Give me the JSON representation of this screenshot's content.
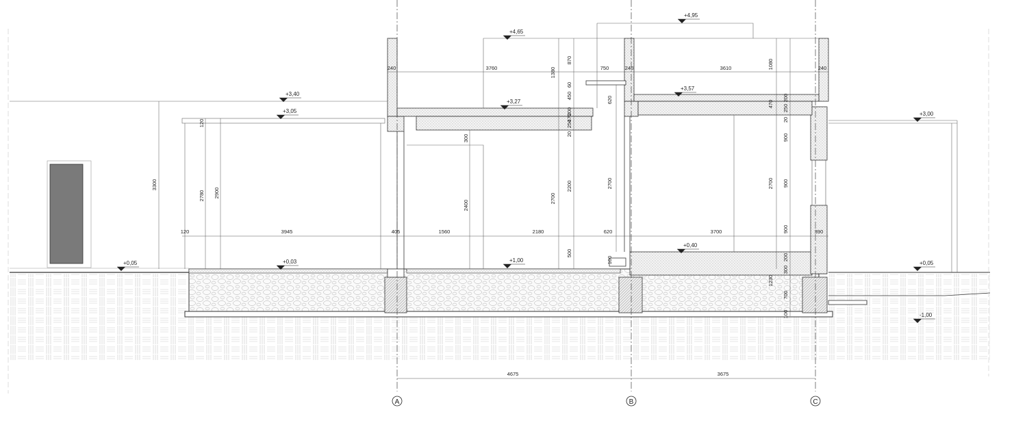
{
  "drawing": {
    "levels": [
      "+4,95",
      "+4,65",
      "+3,57",
      "+3,40",
      "+3,27",
      "+3,05",
      "+3,00",
      "+0,40",
      "+1,00",
      "+0,05",
      "+0,03",
      "+0,05",
      "-1,00"
    ],
    "dims_horizontal_top": [
      "240",
      "3760",
      "750",
      "240",
      "3610",
      "240"
    ],
    "dims_horizontal_mid": [
      "120",
      "3945",
      "405",
      "1560",
      "2180",
      "620",
      "3700",
      "390"
    ],
    "dims_horizontal_bottom": [
      "4675",
      "3675"
    ],
    "dims_vertical_left": [
      "3300",
      "120",
      "2780",
      "2900"
    ],
    "dims_vertical_a_b": [
      "300",
      "2400",
      "1380",
      "2700",
      "870",
      "60",
      "450",
      "200",
      "470",
      "250",
      "20",
      "2200",
      "500",
      "620",
      "2700",
      "100"
    ],
    "dims_vertical_b_c": [
      "1080",
      "200",
      "470",
      "250",
      "20",
      "900",
      "2700",
      "900",
      "900",
      "200",
      "300",
      "1230",
      "700",
      "100"
    ],
    "axes": [
      "A",
      "B",
      "C"
    ],
    "colors": {
      "line": "#222222",
      "grid": "#d9d9d9",
      "fill_dark": "#7a7a7a"
    }
  }
}
